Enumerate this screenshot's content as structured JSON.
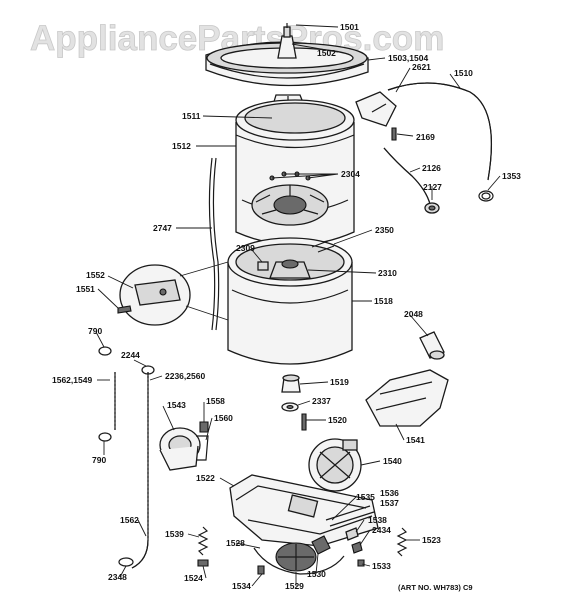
{
  "watermark": "AppliancePartsPros.com",
  "art_number": "(ART NO. WH783) C9",
  "callouts": {
    "p1501": "1501",
    "p1502": "1502",
    "p1503": "1503,1504",
    "p2621": "2621",
    "p1510": "1510",
    "p1511": "1511",
    "p2169": "2169",
    "p1512": "1512",
    "p2126": "2126",
    "p2304": "2304",
    "p2127": "2127",
    "p1353": "1353",
    "p2747": "2747",
    "p2350": "2350",
    "p2309": "2309",
    "p2310": "2310",
    "p1552": "1552",
    "p1551": "1551",
    "p1518": "1518",
    "p2048": "2048",
    "p790a": "790",
    "p2244": "2244",
    "p2236": "2236,2560",
    "p1562a": "1562,1549",
    "p1519": "1519",
    "p1543": "1543",
    "p1558": "1558",
    "p2337": "2337",
    "p1560": "1560",
    "p1520": "1520",
    "p1541": "1541",
    "p790b": "790",
    "p1540": "1540",
    "p1522": "1522",
    "p1535": "1535",
    "p1536": "1536",
    "p1537": "1537",
    "p1562b": "1562",
    "p1538": "1538",
    "p1539": "1539",
    "p2434": "2434",
    "p1528": "1528",
    "p1523": "1523",
    "p1533": "1533",
    "p2348": "2348",
    "p1524": "1524",
    "p1534": "1534",
    "p1529": "1529",
    "p1530": "1530"
  }
}
